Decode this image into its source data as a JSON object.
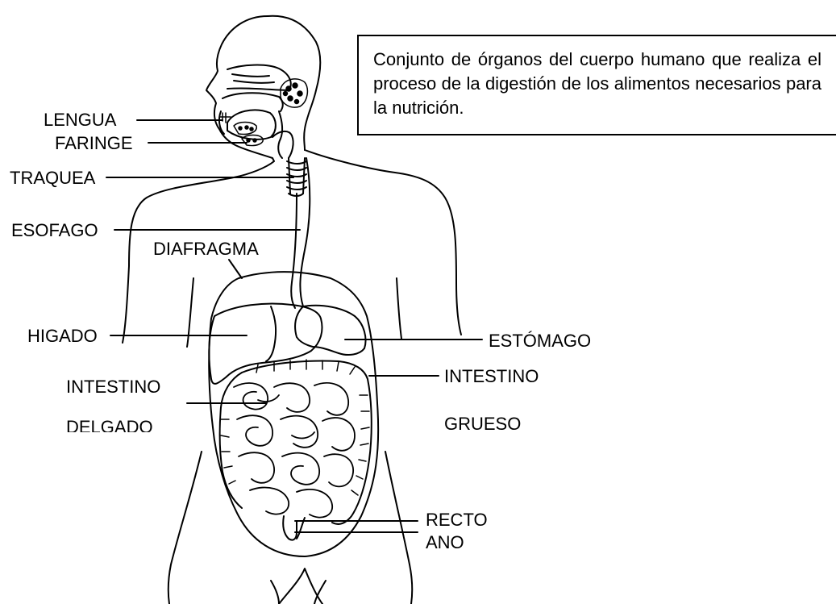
{
  "definition": "Conjunto de órganos del cuerpo humano que realiza el proceso de la digestión de los alimentos necesarios para la nutrición.",
  "labels": {
    "lengua": "LENGUA",
    "faringe": "FARINGE",
    "traquea": "TRAQUEA",
    "esofago": "ESOFAGO",
    "diafragma": "DIAFRAGMA",
    "higado": "HIGADO",
    "estomago": "ESTÓMAGO",
    "intestino_delgado_1": "INTESTINO",
    "intestino_delgado_2": "DELGADO",
    "intestino_grueso_1": "INTESTINO",
    "intestino_grueso_2": "GRUESO",
    "recto": "RECTO",
    "ano": "ANO"
  }
}
